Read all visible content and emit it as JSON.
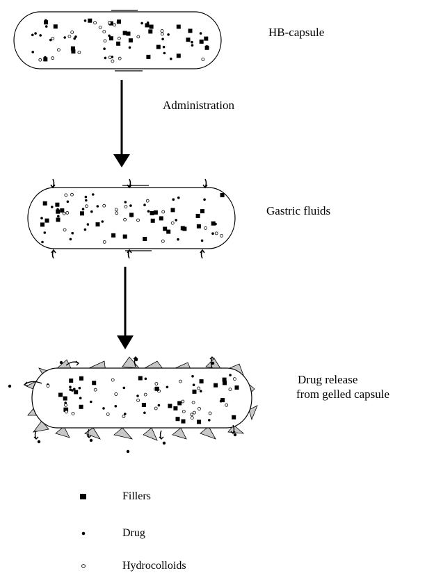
{
  "stages": {
    "capsule": "HB-capsule",
    "administration": "Administration",
    "gastric": "Gastric fluids",
    "release_line1": "Drug release",
    "release_line2": "from gelled capsule"
  },
  "legend": [
    {
      "symbol": "filled-square",
      "label": "Fillers"
    },
    {
      "symbol": "filled-dot",
      "label": "Drug"
    },
    {
      "symbol": "open-circle",
      "label": "Hydrocolloids"
    }
  ]
}
